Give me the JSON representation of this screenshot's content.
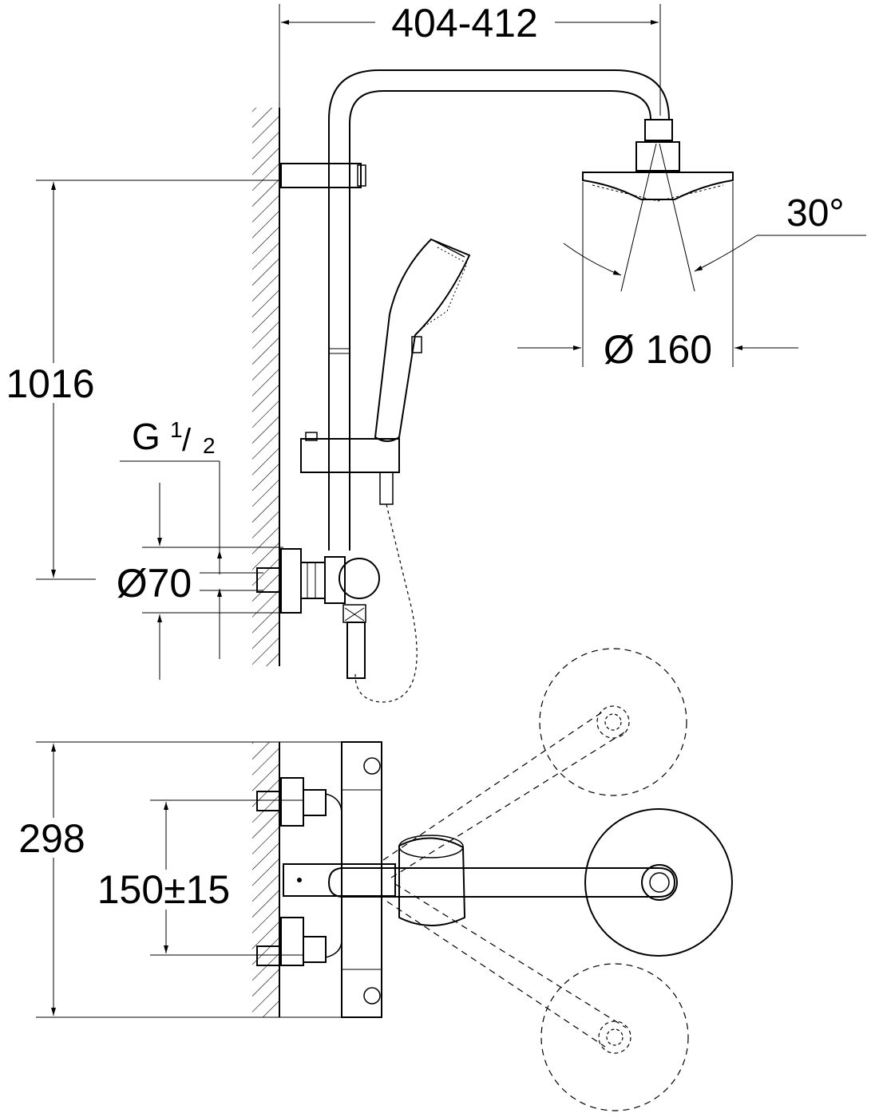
{
  "dimensions": {
    "arm_reach": "404-412",
    "rail_height": "1016",
    "thread_prefix": "G",
    "thread_num": "1",
    "thread_slash": "/",
    "thread_den": "2",
    "escutcheon_diameter": "Ø70",
    "head_angle": "30°",
    "head_diameter": "Ø 160",
    "depth": "298",
    "inlet_spacing": "150±15"
  },
  "colors": {
    "line": "#000000",
    "background": "#ffffff"
  }
}
